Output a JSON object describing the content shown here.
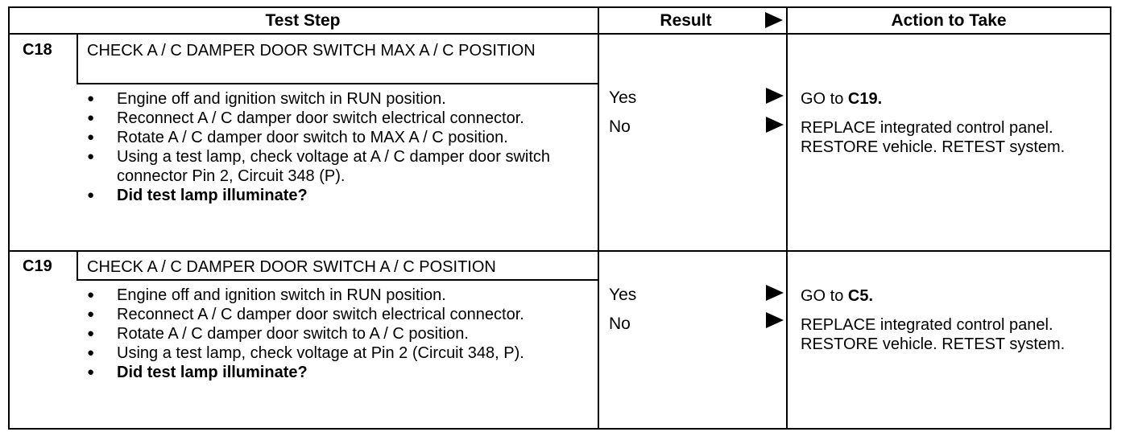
{
  "header": {
    "test_step": "Test Step",
    "result": "Result",
    "action": "Action to Take"
  },
  "rows": [
    {
      "id": "C18",
      "title": "CHECK A / C DAMPER DOOR SWITCH MAX A / C POSITION",
      "steps": [
        "Engine off and ignition switch in RUN position.",
        "Reconnect A / C damper door switch electrical connector.",
        "Rotate A / C damper door switch to MAX A / C position.",
        "Using a test lamp, check voltage at A / C damper door switch connector Pin 2, Circuit 348 (P).",
        "Did test lamp illuminate?"
      ],
      "result_yes": "Yes",
      "result_no": "No",
      "action_yes_prefix": "GO to ",
      "action_yes_target": "C19.",
      "action_no": "REPLACE integrated control panel. RESTORE vehicle. RETEST system."
    },
    {
      "id": "C19",
      "title": "CHECK A / C DAMPER DOOR SWITCH A / C POSITION",
      "steps": [
        "Engine off and ignition switch in RUN position.",
        "Reconnect A / C damper door switch electrical connector.",
        "Rotate A / C damper door switch to A / C position.",
        "Using a test lamp, check voltage at Pin 2 (Circuit 348, P).",
        "Did test lamp illuminate?"
      ],
      "result_yes": "Yes",
      "result_no": "No",
      "action_yes_prefix": "GO to ",
      "action_yes_target": "C5.",
      "action_no": "REPLACE integrated control panel. RESTORE vehicle. RETEST system."
    }
  ]
}
